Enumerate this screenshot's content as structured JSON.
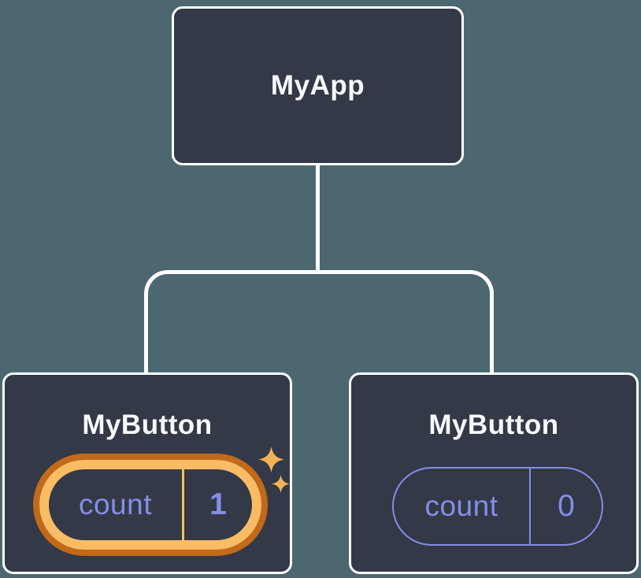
{
  "colors": {
    "background": "#4D6770",
    "node_fill": "#333947",
    "node_border": "#FFFFFF",
    "connector": "#FFFFFF",
    "title_text": "#F7F8FA",
    "state_text": "#858EE8",
    "state_border": "#858EE8",
    "highlight_outer": "#C2691A",
    "highlight_inner": "#F9BC64",
    "sparkle": "#F3B258"
  },
  "tree": {
    "root": {
      "label": "MyApp"
    },
    "children": [
      {
        "label": "MyButton",
        "highlighted": true,
        "state": {
          "name": "count",
          "value": "1"
        }
      },
      {
        "label": "MyButton",
        "highlighted": false,
        "state": {
          "name": "count",
          "value": "0"
        }
      }
    ]
  }
}
